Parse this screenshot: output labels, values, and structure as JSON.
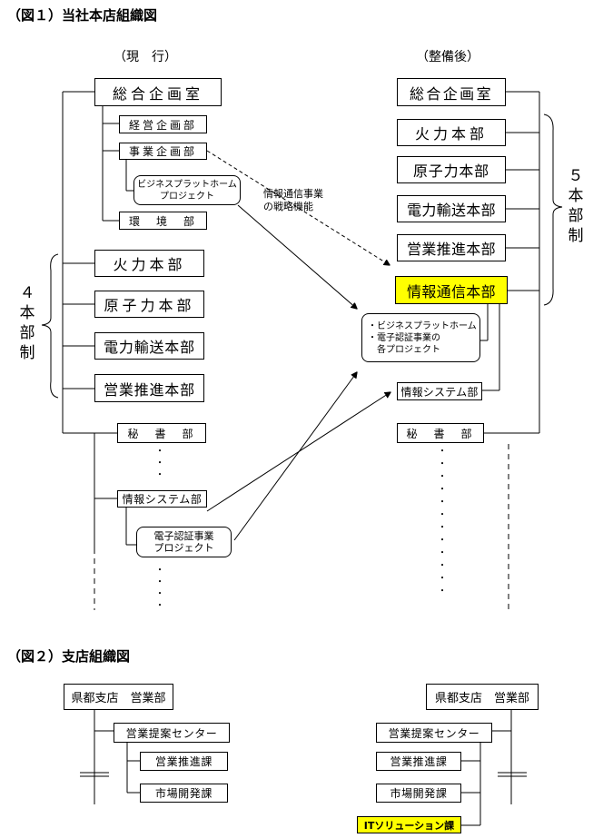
{
  "fig1": {
    "title": "（図１）当社本店組織図",
    "current_label": "（現　行）",
    "future_label": "（整備後）",
    "current": {
      "planning_office": "総合企画室",
      "sub_units": [
        "経営企画部",
        "事業企画部",
        "環　境　部"
      ],
      "bp_project": [
        "ビジネスプラットホーム",
        "プロジェクト"
      ],
      "divisions": [
        "火力本部",
        "原子力本部",
        "電力輸送本部",
        "営業推進本部"
      ],
      "secretary": "秘　書　部",
      "infosys": "情報システム部",
      "ecert_project": [
        "電子認証事業",
        "プロジェクト"
      ],
      "system_label": [
        "４",
        "本",
        "部",
        "制"
      ]
    },
    "future": {
      "planning_office": "総合企画室",
      "divisions": [
        "火力本部",
        "原子力本部",
        "電力輸送本部",
        "営業推進本部"
      ],
      "info_comm": "情報通信本部",
      "projects": [
        "・ビジネスプラットホーム",
        "・電子認証事業の",
        "　各プロジェクト"
      ],
      "infosys": "情報システム部",
      "secretary": "秘　書　部",
      "system_label": [
        "５",
        "本",
        "部",
        "制"
      ]
    },
    "strategy_note": [
      "情報通信事業",
      "の戦略機能"
    ]
  },
  "fig2": {
    "title": "（図２）支店組織図",
    "left": {
      "branch": "県都支店　営業部",
      "center": "営業提案センター",
      "sections": [
        "営業推進課",
        "市場開発課"
      ]
    },
    "right": {
      "branch": "県都支店　営業部",
      "center": "営業提案センター",
      "sections": [
        "営業推進課",
        "市場開発課"
      ],
      "new_section": "ITソリューション課"
    }
  },
  "colors": {
    "highlight": "#ffff00",
    "line": "#000000"
  }
}
